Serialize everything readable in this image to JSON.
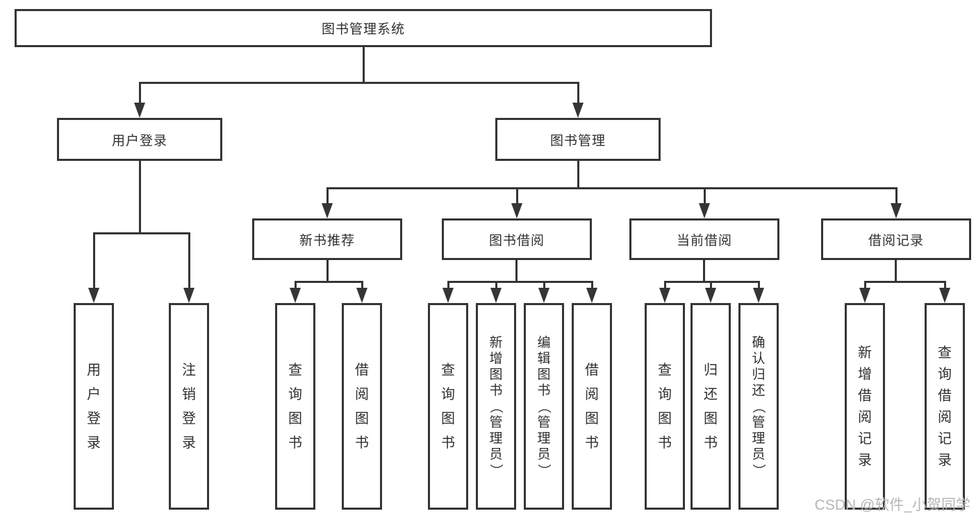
{
  "diagram_title": "图书管理系统",
  "nodes": {
    "root": {
      "label": "图书管理系统"
    },
    "user_login": {
      "label": "用户登录"
    },
    "book_mgmt": {
      "label": "图书管理"
    },
    "new_book_rec": {
      "label": "新书推荐"
    },
    "book_borrow": {
      "label": "图书借阅"
    },
    "current_borrow": {
      "label": "当前借阅"
    },
    "borrow_records": {
      "label": "借阅记录"
    },
    "leaf_user_login": {
      "label": "用户登录"
    },
    "leaf_logout_login": {
      "label": "注销登录"
    },
    "leaf_rec_query_books": {
      "label": "查询图书"
    },
    "leaf_rec_borrow_books": {
      "label": "借阅图书"
    },
    "leaf_bb_query_books": {
      "label": "查询图书"
    },
    "leaf_bb_add_books": {
      "label": "新增图书（管理员）"
    },
    "leaf_bb_edit_books": {
      "label": "编辑图书（管理员）"
    },
    "leaf_bb_borrow_books": {
      "label": "借阅图书"
    },
    "leaf_cb_query_books": {
      "label": "查询图书"
    },
    "leaf_cb_return_books": {
      "label": "归还图书"
    },
    "leaf_cb_confirm_return": {
      "label": "确认归还（管理员）"
    },
    "leaf_br_add_record": {
      "label": "新增借阅记录"
    },
    "leaf_br_query_record": {
      "label": "查询借阅记录"
    }
  },
  "edges": [
    {
      "from": "图书管理系统",
      "to": "用户登录"
    },
    {
      "from": "图书管理系统",
      "to": "图书管理"
    },
    {
      "from": "用户登录",
      "to": "用户登录"
    },
    {
      "from": "用户登录",
      "to": "注销登录"
    },
    {
      "from": "图书管理",
      "to": "新书推荐"
    },
    {
      "from": "图书管理",
      "to": "图书借阅"
    },
    {
      "from": "图书管理",
      "to": "当前借阅"
    },
    {
      "from": "图书管理",
      "to": "借阅记录"
    },
    {
      "from": "新书推荐",
      "to": "查询图书"
    },
    {
      "from": "新书推荐",
      "to": "借阅图书"
    },
    {
      "from": "图书借阅",
      "to": "查询图书"
    },
    {
      "from": "图书借阅",
      "to": "新增图书（管理员）"
    },
    {
      "from": "图书借阅",
      "to": "编辑图书（管理员）"
    },
    {
      "from": "图书借阅",
      "to": "借阅图书"
    },
    {
      "from": "当前借阅",
      "to": "查询图书"
    },
    {
      "from": "当前借阅",
      "to": "归还图书"
    },
    {
      "from": "当前借阅",
      "to": "确认归还（管理员）"
    },
    {
      "from": "借阅记录",
      "to": "新增借阅记录"
    },
    {
      "from": "借阅记录",
      "to": "查询借阅记录"
    }
  ],
  "watermark": {
    "text": "CSDN @软件_小贺同学"
  },
  "colors": {
    "line": "#353535",
    "text": "#2f2f2f",
    "background": "#ffffff",
    "watermark": "#b5b5b5"
  }
}
